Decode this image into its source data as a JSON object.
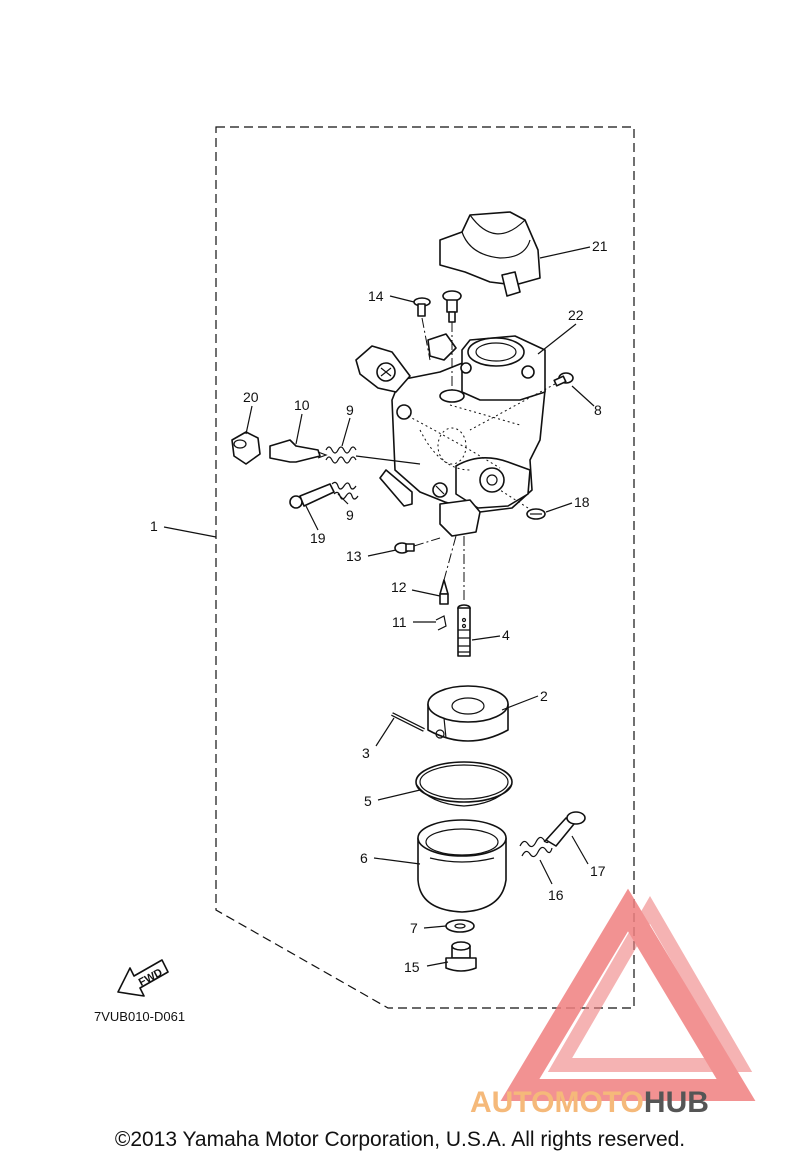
{
  "labels": [
    {
      "id": "1",
      "text": "1"
    },
    {
      "id": "2",
      "text": "2"
    },
    {
      "id": "3",
      "text": "3"
    },
    {
      "id": "4",
      "text": "4"
    },
    {
      "id": "5",
      "text": "5"
    },
    {
      "id": "6",
      "text": "6"
    },
    {
      "id": "7",
      "text": "7"
    },
    {
      "id": "8",
      "text": "8"
    },
    {
      "id": "9a",
      "text": "9"
    },
    {
      "id": "9b",
      "text": "9"
    },
    {
      "id": "10",
      "text": "10"
    },
    {
      "id": "11",
      "text": "11"
    },
    {
      "id": "12",
      "text": "12"
    },
    {
      "id": "13",
      "text": "13"
    },
    {
      "id": "14",
      "text": "14"
    },
    {
      "id": "15",
      "text": "15"
    },
    {
      "id": "16",
      "text": "16"
    },
    {
      "id": "17",
      "text": "17"
    },
    {
      "id": "18",
      "text": "18"
    },
    {
      "id": "19",
      "text": "19"
    },
    {
      "id": "20",
      "text": "20"
    },
    {
      "id": "21",
      "text": "21"
    },
    {
      "id": "22",
      "text": "22"
    }
  ],
  "fwd_marker": "FWD",
  "drawing_code": "7VUB010-D061",
  "watermark": {
    "part1": "AUTOMOTO",
    "part2": "HUB",
    "color_primary": "#f08080",
    "color_secondary": "#f5b97a",
    "color_dark": "#555555"
  },
  "copyright": "©2013 Yamaha Motor Corporation, U.S.A. All rights reserved."
}
